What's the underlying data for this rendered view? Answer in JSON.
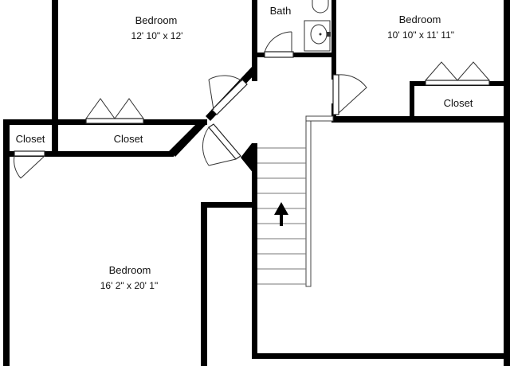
{
  "rooms": {
    "bedroom_top_left": {
      "name": "Bedroom",
      "dimensions": "12' 10\" x 12'"
    },
    "bath": {
      "name": "Bath"
    },
    "bedroom_top_right": {
      "name": "Bedroom",
      "dimensions": "10' 10\" x 11' 11\""
    },
    "closet_top_right": {
      "name": "Closet"
    },
    "closet_left_small": {
      "name": "Closet"
    },
    "closet_left_wide": {
      "name": "Closet"
    },
    "bedroom_bottom": {
      "name": "Bedroom",
      "dimensions": "16' 2\" x 20' 1\""
    }
  },
  "colors": {
    "wall": "#000000",
    "background": "#ffffff"
  },
  "icons": {
    "stairs_direction": "arrow-up-icon"
  }
}
